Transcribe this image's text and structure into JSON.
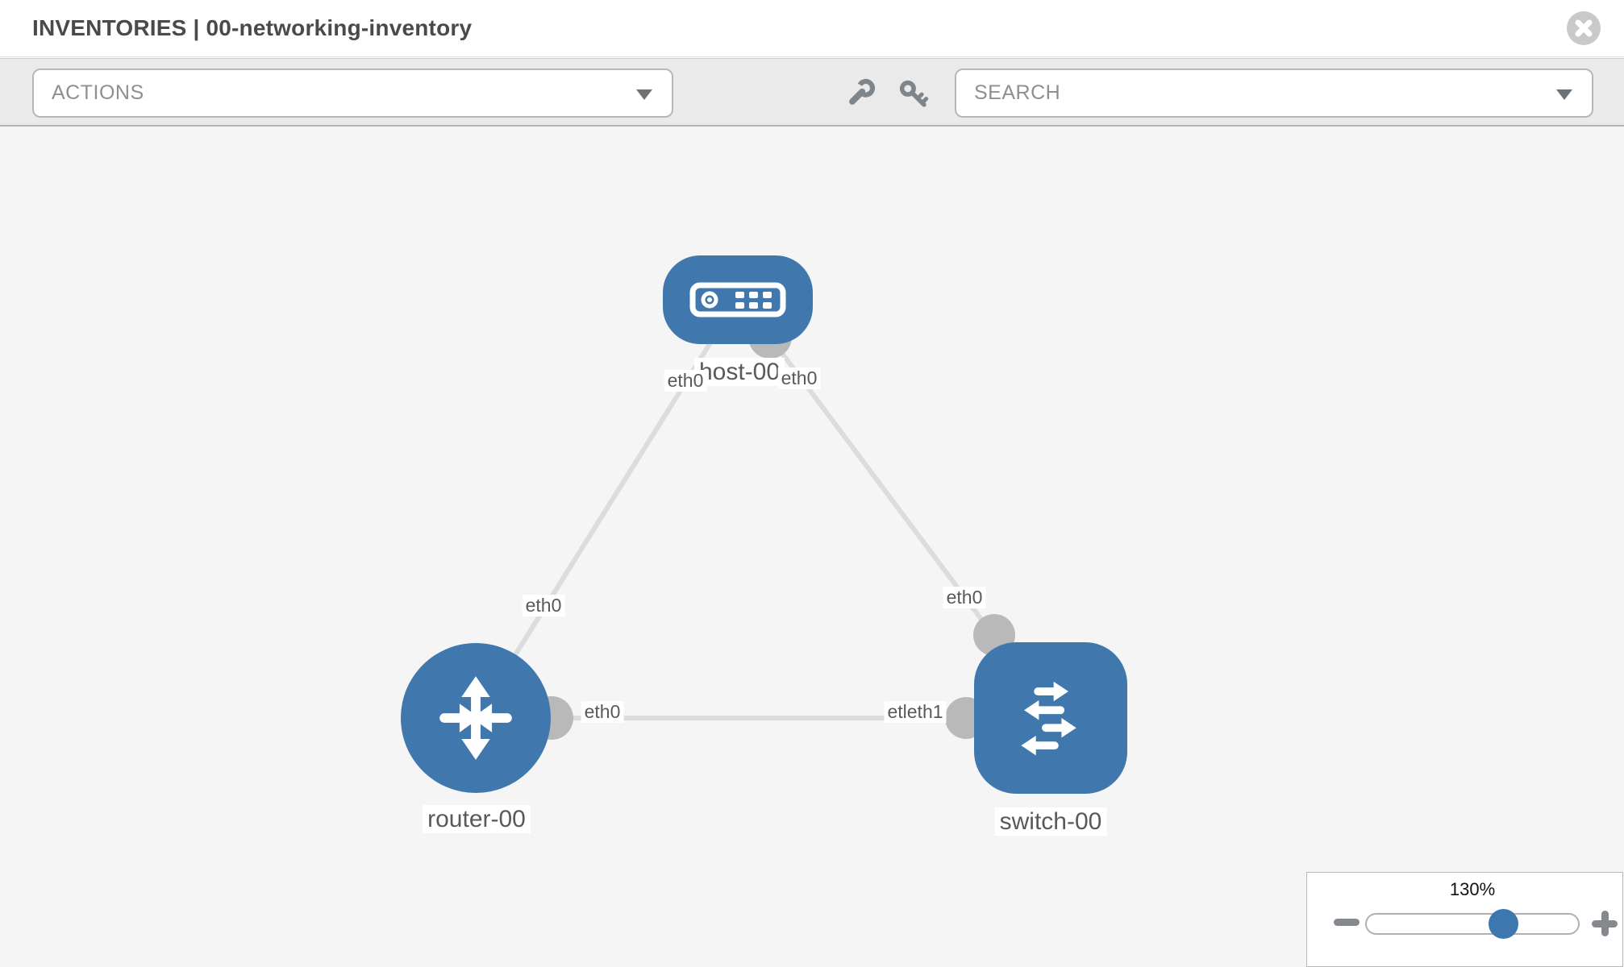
{
  "header": {
    "title": "INVENTORIES | 00-networking-inventory"
  },
  "toolbar": {
    "actions_label": "ACTIONS",
    "search_placeholder": "SEARCH"
  },
  "topology": {
    "nodes": [
      {
        "label": "host-00",
        "type": "host"
      },
      {
        "label": "router-00",
        "type": "router"
      },
      {
        "label": "switch-00",
        "type": "switch"
      }
    ],
    "links": [
      {
        "from": "router-00",
        "to": "host-00",
        "from_if": "eth0",
        "to_if": "eth0"
      },
      {
        "from": "host-00",
        "to": "switch-00",
        "from_if": "eth0",
        "to_if": "eth0"
      },
      {
        "from": "router-00",
        "to": "switch-00",
        "from_if": "eth0",
        "to_if": "etleth1"
      }
    ]
  },
  "zoom_control": {
    "level_label": "130%"
  },
  "icons": {
    "close": "circle-x-icon",
    "actions_caret": "chevron-down-icon",
    "search_caret": "chevron-down-icon",
    "wrench": "wrench-icon",
    "key": "key-icon",
    "zoom_out": "minus-icon",
    "zoom_in": "plus-icon"
  },
  "theme": {
    "node_blue": "#4078ae",
    "thumb_blue": "#3d77ae",
    "link_gray": "#dcdcdc",
    "connector_gray": "#b9b9b9",
    "canvas_bg": "#f5f5f5",
    "toolbar_bg": "#eaeaea",
    "title_color": "#4a4a4a",
    "label_color": "#595959",
    "control_text": "#8f8f8f",
    "icon_gray": "#7e858b"
  }
}
